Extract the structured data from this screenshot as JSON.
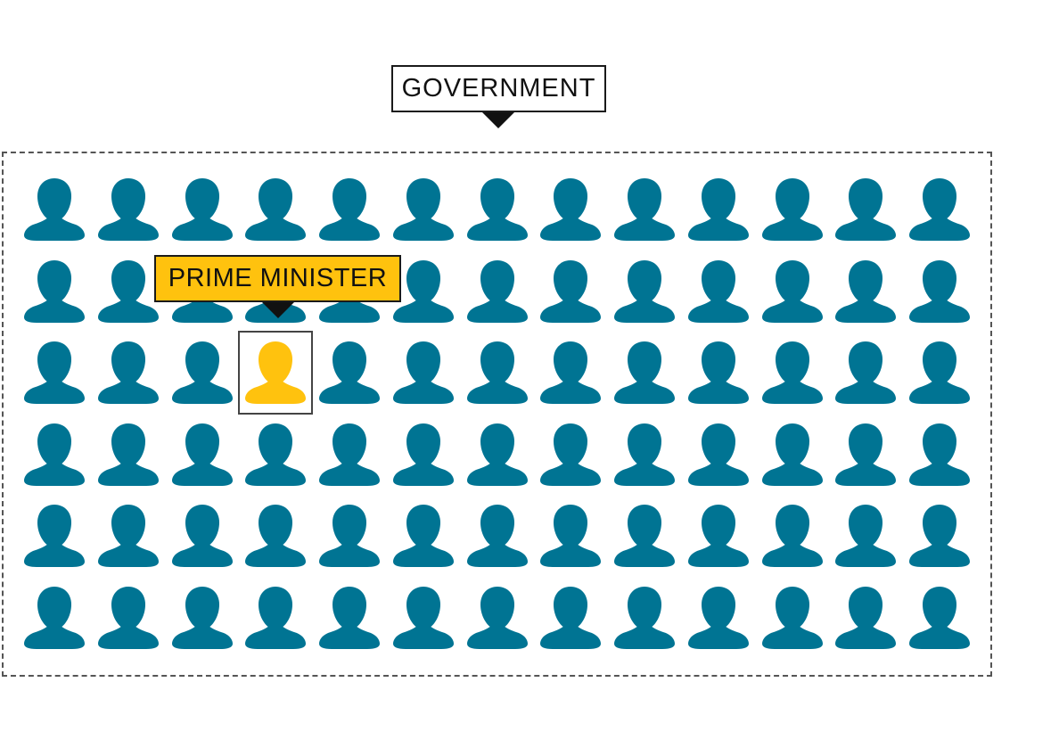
{
  "labels": {
    "group": "GOVERNMENT",
    "highlight": "PRIME MINISTER"
  },
  "grid": {
    "rows": 6,
    "columns": 13,
    "highlight_row": 3,
    "highlight_column": 4
  },
  "colors": {
    "person": "#007493",
    "highlight_person": "#ffc20e",
    "highlight_label_background": "#ffc20e"
  },
  "icons": {
    "person": "person-icon",
    "highlight_person": "prime-minister-icon"
  }
}
